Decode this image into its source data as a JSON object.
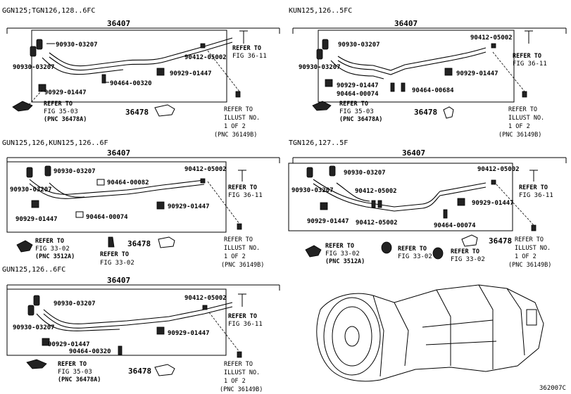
{
  "figure_number": "362007C",
  "sections": [
    {
      "title": "GGN125;TGN126,128..6FC",
      "pnc_main": "36407",
      "labels": {
        "p1": "90930-03207",
        "p2": "90930-03207",
        "p3": "90929-01447",
        "p4": "90464-00320",
        "p5": "90929-01447",
        "p6": "90412-05002",
        "pnc_clip": "36478",
        "ref_a_1": "REFER TO",
        "ref_a_2": "FIG 35-03",
        "ref_a_3": "(PNC 36478A)",
        "ref_b_1": "REFER TO",
        "ref_b_2": "FIG 36-11",
        "ref_c_1": "REFER TO",
        "ref_c_2": "ILLUST NO.",
        "ref_c_3": "1 OF 2",
        "ref_c_4": "(PNC 36149B)"
      }
    },
    {
      "title": "KUN125,126..5FC",
      "pnc_main": "36407",
      "labels": {
        "p1": "90930-03207",
        "p2": "90930-03207",
        "p3": "90929-01447",
        "p4": "90464-00074",
        "p5": "90464-00684",
        "p6": "90929-01447",
        "p7": "90412-05002",
        "pnc_clip": "36478",
        "ref_a_1": "REFER TO",
        "ref_a_2": "FIG 35-03",
        "ref_a_3": "(PNC 36478A)",
        "ref_b_1": "REFER TO",
        "ref_b_2": "FIG 36-11",
        "ref_c_1": "REFER TO",
        "ref_c_2": "ILLUST NO.",
        "ref_c_3": "1 OF 2",
        "ref_c_4": "(PNC 36149B)"
      }
    },
    {
      "title": "GUN125,126,KUN125,126..6F",
      "pnc_main": "36407",
      "labels": {
        "p1": "90930-03207",
        "p2": "90930-03207",
        "p3": "90929-01447",
        "p4": "90464-00082",
        "p5": "90464-00074",
        "p6": "90929-01447",
        "p7": "90412-05002",
        "pnc_clip": "36478",
        "ref_a_1": "REFER TO",
        "ref_a_2": "FIG 33-02",
        "ref_a_3": "(PNC 3512A)",
        "ref_d_1": "REFER TO",
        "ref_d_2": "FIG 33-02",
        "ref_b_1": "REFER TO",
        "ref_b_2": "FIG 36-11",
        "ref_c_1": "REFER TO",
        "ref_c_2": "ILLUST NO.",
        "ref_c_3": "1 OF 2",
        "ref_c_4": "(PNC 36149B)"
      }
    },
    {
      "title": "TGN126,127..5F",
      "pnc_main": "36407",
      "labels": {
        "p1": "90930-03207",
        "p2": "90930-03207",
        "p3": "90412-05002",
        "p4": "90929-01447",
        "p5": "90412-05002",
        "p6": "90464-00074",
        "p7": "90929-01447",
        "p8": "90412-05002",
        "pnc_clip": "36478",
        "ref_a_1": "REFER TO",
        "ref_a_2": "FIG 33-02",
        "ref_a_3": "(PNC 3512A)",
        "ref_d_1": "REFER TO",
        "ref_d_2": "FIG 33-02",
        "ref_e_1": "REFER TO",
        "ref_e_2": "FIG 33-02",
        "ref_b_1": "REFER TO",
        "ref_b_2": "FIG 36-11",
        "ref_c_1": "REFER TO",
        "ref_c_2": "ILLUST NO.",
        "ref_c_3": "1 OF 2",
        "ref_c_4": "(PNC 36149B)"
      }
    },
    {
      "title": "GUN125,126..6FC",
      "pnc_main": "36407",
      "labels": {
        "p1": "90930-03207",
        "p2": "90930-03207",
        "p3": "90929-01447",
        "p4": "90464-00320",
        "p5": "90929-01447",
        "p6": "90412-05002",
        "pnc_clip": "36478",
        "ref_a_1": "REFER TO",
        "ref_a_2": "FIG 35-03",
        "ref_a_3": "(PNC 36478A)",
        "ref_b_1": "REFER TO",
        "ref_b_2": "FIG 36-11",
        "ref_c_1": "REFER TO",
        "ref_c_2": "ILLUST NO.",
        "ref_c_3": "1 OF 2",
        "ref_c_4": "(PNC 36149B)"
      }
    }
  ]
}
